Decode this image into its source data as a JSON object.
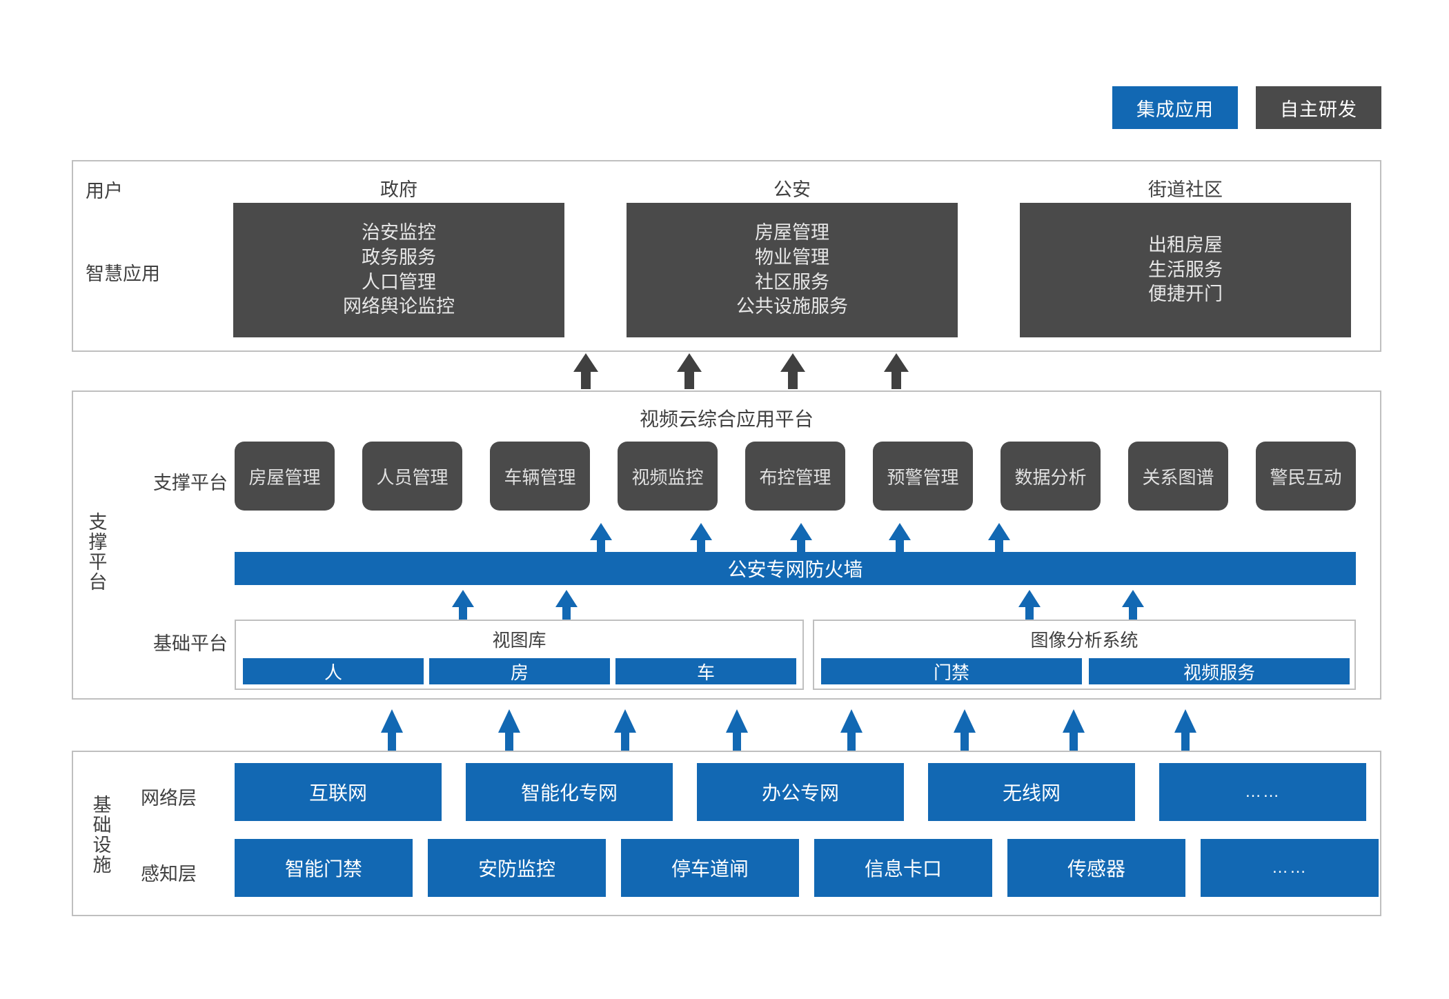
{
  "legend": [
    {
      "label": "集成应用",
      "color": "#1268b3",
      "style": "blue"
    },
    {
      "label": "自主研发",
      "color": "#4a4a4a",
      "style": "gray"
    }
  ],
  "application_layer": {
    "row_labels": {
      "user": "用户",
      "smart_app": "智慧应用"
    },
    "columns": [
      {
        "caption": "政府",
        "items": [
          "治安监控",
          "政务服务",
          "人口管理",
          "网络舆论监控"
        ]
      },
      {
        "caption": "公安",
        "items": [
          "房屋管理",
          "物业管理",
          "社区服务",
          "公共设施服务"
        ]
      },
      {
        "caption": "街道社区",
        "items": [
          "出租房屋",
          "生活服务",
          "便捷开门"
        ]
      }
    ]
  },
  "support_layer": {
    "side_label": "支撑平台",
    "platform_title": "视频云综合应用平台",
    "support_row_label": "支撑平台",
    "modules": [
      "房屋管理",
      "人员管理",
      "车辆管理",
      "视频监控",
      "布控管理",
      "预警管理",
      "数据分析",
      "关系图谱",
      "警民互动"
    ],
    "firewall_label": "公安专网防火墙",
    "base_row_label": "基础平台",
    "groups": [
      {
        "title": "视图库",
        "items": [
          "人",
          "房",
          "车"
        ]
      },
      {
        "title": "图像分析系统",
        "items": [
          "门禁",
          "视频服务"
        ]
      }
    ]
  },
  "infrastructure_layer": {
    "side_label": "基础设施",
    "rows": [
      {
        "label": "网络层",
        "items": [
          "互联网",
          "智能化专网",
          "办公专网",
          "无线网",
          "……"
        ]
      },
      {
        "label": "感知层",
        "items": [
          "智能门禁",
          "安防监控",
          "停车道闸",
          "信息卡口",
          "传感器",
          "……"
        ]
      }
    ]
  },
  "colors": {
    "blue": "#1268b3",
    "dark": "#4a4a4a",
    "panel_border": "#bfbfbf"
  }
}
